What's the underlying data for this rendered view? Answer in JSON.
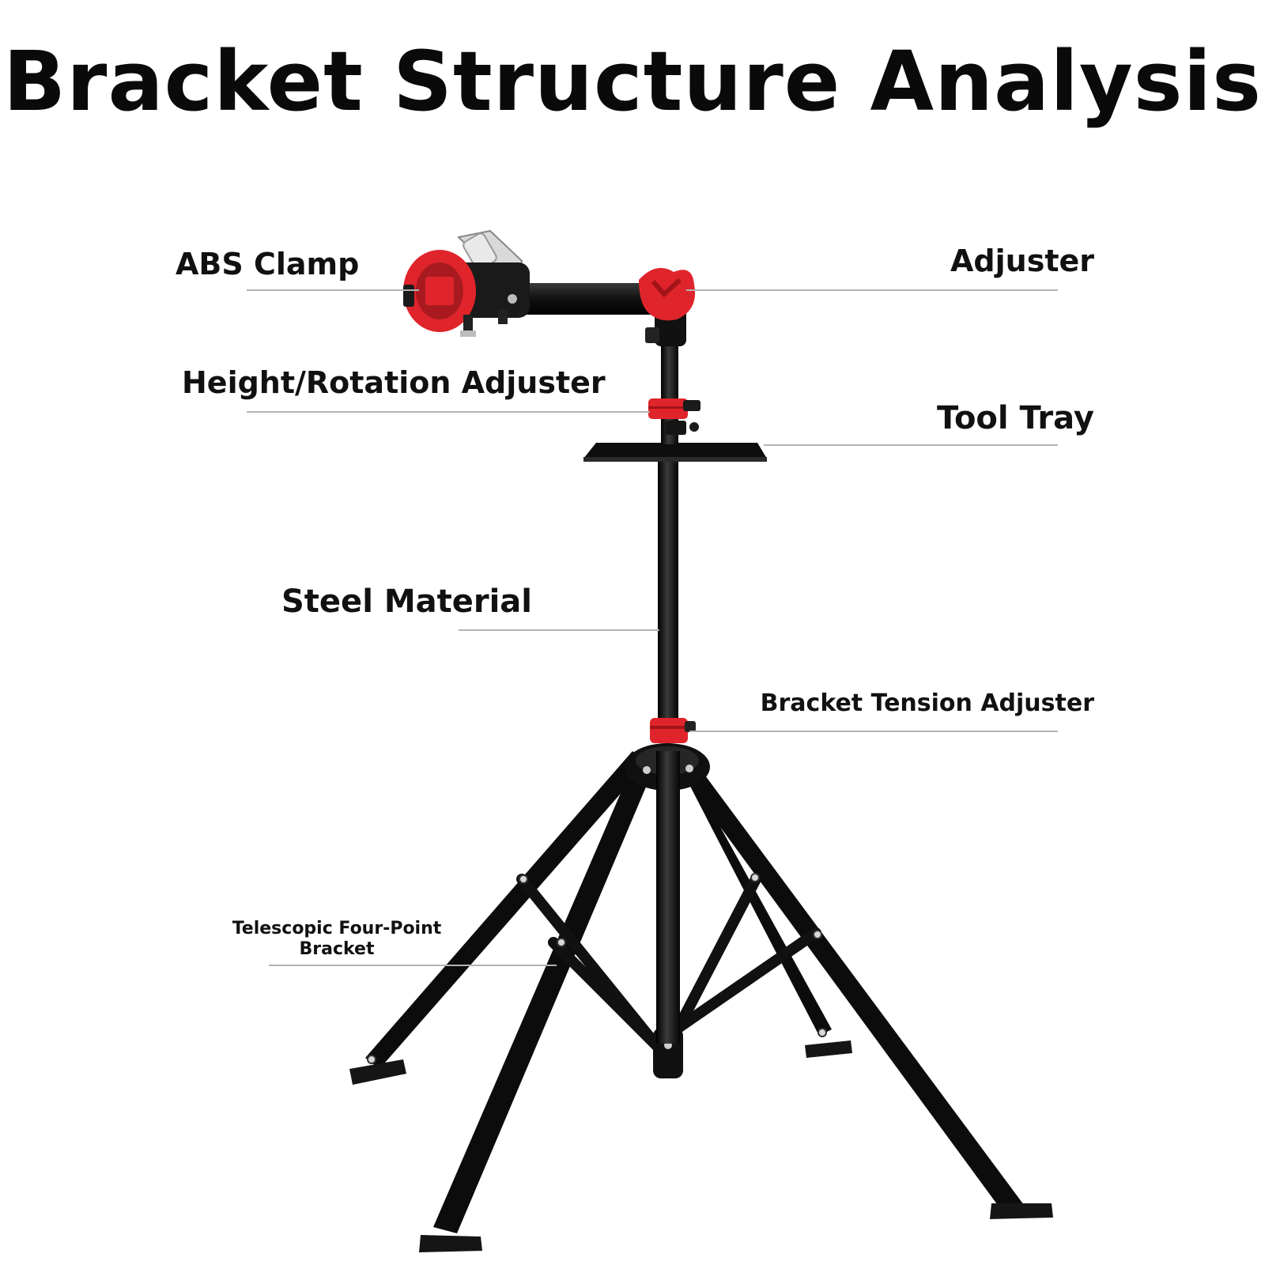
{
  "title": "Bracket Structure Analysis",
  "labels": {
    "abs_clamp": "ABS Clamp",
    "adjuster": "Adjuster",
    "height_rotation_adjuster": "Height/Rotation Adjuster",
    "tool_tray": "Tool Tray",
    "steel_material": "Steel Material",
    "bracket_tension_adjuster": "Bracket Tension Adjuster",
    "telescopic_line1": "Telescopic Four-Point",
    "telescopic_line2": "Bracket"
  },
  "colors": {
    "frame": "#111111",
    "accent_red": "#e0242b",
    "leader_line": "#b3b3b3",
    "background": "#ffffff"
  }
}
